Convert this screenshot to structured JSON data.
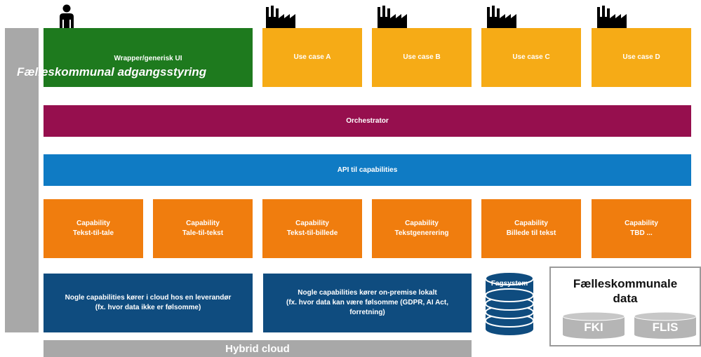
{
  "sidebar": {
    "label": "Fælleskommunal adgangsstyring"
  },
  "top_row": {
    "wrapper": "Wrapper/generisk UI",
    "use_cases": [
      "Use case A",
      "Use case B",
      "Use case C",
      "Use case D"
    ]
  },
  "orchestrator": "Orchestrator",
  "api": "API til capabilities",
  "capabilities": [
    {
      "line1": "Capability",
      "line2": "Tekst-til-tale"
    },
    {
      "line1": "Capability",
      "line2": "Tale-til-tekst"
    },
    {
      "line1": "Capability",
      "line2": "Tekst-til-billede"
    },
    {
      "line1": "Capability",
      "line2": "Tekstgenerering"
    },
    {
      "line1": "Capability",
      "line2": "Billede til tekst"
    },
    {
      "line1": "Capability",
      "line2": "TBD ..."
    }
  ],
  "hosting": {
    "cloud": {
      "line1": "Nogle capabilities kører i cloud hos en leverandør",
      "line2": "(fx. hvor data ikke er følsomme)"
    },
    "onprem": {
      "line1": "Nogle capabilities kører on-premise lokalt",
      "line2": "(fx. hvor data kan være følsomme (GDPR, AI Act,",
      "line3": "forretning)"
    }
  },
  "fagsystem": "Fagsystem",
  "shared_data": {
    "title_line1": "Fælleskommunale",
    "title_line2": "data",
    "databases": [
      "FKI",
      "FLIS"
    ]
  },
  "footer": "Hybrid cloud",
  "colors": {
    "wrapper": "#1e7a1e",
    "use_case": "#f6ab16",
    "orchestrator": "#960f4e",
    "api": "#0f7bc4",
    "capability": "#f07d0e",
    "hosting": "#0f4c7f",
    "side_bar": "#a8a8a8",
    "database": "#b5b5b5"
  },
  "icons": {
    "user": "person-icon",
    "use_case": "factory-icon",
    "fagsystem": "database-stack-icon",
    "shared": "database-cylinder-icon"
  }
}
